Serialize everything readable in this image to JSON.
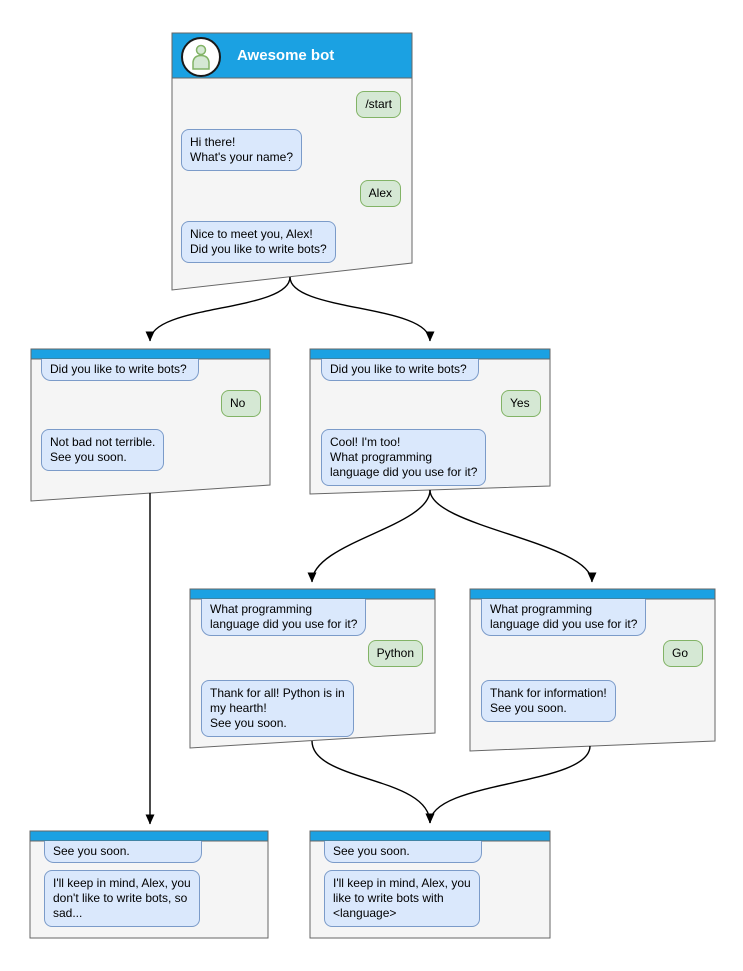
{
  "colors": {
    "header_blue": "#1ba1e2",
    "window_fill": "#f5f5f5",
    "window_border": "#666666",
    "bot_bubble_fill": "#dae8fc",
    "bot_bubble_border": "#7b9bc9",
    "user_bubble_fill": "#d5e8d4",
    "user_bubble_border": "#82b366",
    "title_text": "#ffffff",
    "message_text": "#000000",
    "arrow": "#000000",
    "avatar_bg": "#ffffff",
    "avatar_border": "#1a1a1a",
    "avatar_person_fill": "#d5e8d4",
    "avatar_person_stroke": "#82b366"
  },
  "windows": {
    "main": {
      "title": "Awesome bot",
      "avatar": "person-icon",
      "messages": [
        {
          "sender": "user",
          "text": "/start"
        },
        {
          "sender": "bot",
          "text": "Hi there!\nWhat's your name?"
        },
        {
          "sender": "user",
          "text": "Alex"
        },
        {
          "sender": "bot",
          "text": "Nice to meet you, Alex!\nDid you like to write bots?"
        }
      ]
    },
    "branch_no": {
      "messages": [
        {
          "sender": "bot",
          "text": "Did you like to write bots?"
        },
        {
          "sender": "user",
          "text": "No"
        },
        {
          "sender": "bot",
          "text": "Not bad not terrible.\nSee you soon."
        }
      ]
    },
    "branch_yes": {
      "messages": [
        {
          "sender": "bot",
          "text": "Did you like to write bots?"
        },
        {
          "sender": "user",
          "text": "Yes"
        },
        {
          "sender": "bot",
          "text": "Cool! I'm too!\nWhat programming\nlanguage did you use for it?"
        }
      ]
    },
    "branch_python": {
      "messages": [
        {
          "sender": "bot",
          "text": "What programming\nlanguage did you use for it?"
        },
        {
          "sender": "user",
          "text": "Python"
        },
        {
          "sender": "bot",
          "text": "Thank for all! Python is in\nmy hearth!\nSee you soon."
        }
      ]
    },
    "branch_go": {
      "messages": [
        {
          "sender": "bot",
          "text": "What programming\nlanguage did you use for it?"
        },
        {
          "sender": "user",
          "text": "Go"
        },
        {
          "sender": "bot",
          "text": "Thank for information!\nSee you soon."
        }
      ]
    },
    "final_no": {
      "messages": [
        {
          "sender": "bot",
          "text": "See you soon."
        },
        {
          "sender": "bot",
          "text": "I'll keep in mind, Alex, you\ndon't like to write bots, so\nsad..."
        }
      ]
    },
    "final_yes": {
      "messages": [
        {
          "sender": "bot",
          "text": "See you soon."
        },
        {
          "sender": "bot",
          "text": "I'll keep in mind, Alex, you\nlike to write bots with\n<language>"
        }
      ]
    }
  }
}
